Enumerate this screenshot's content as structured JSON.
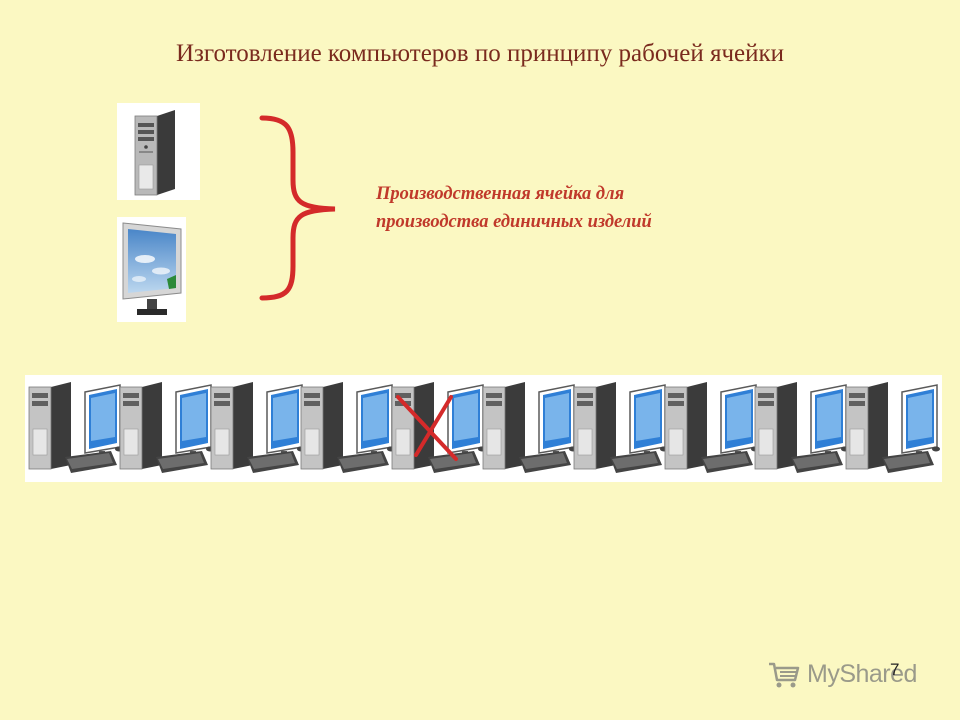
{
  "slide": {
    "title": "Изготовление компьютеров по принципу рабочей ячейки",
    "cell_caption": {
      "line1": "Производственная ячейка для",
      "line2": "производства единичных изделий"
    },
    "page_number": "7"
  },
  "strip": {
    "workstation_count": 10,
    "crossed_out_index": 4
  },
  "watermark": {
    "text": "MyShared",
    "icon": "cart-icon"
  },
  "colors": {
    "background": "#fbf8c2",
    "title": "#7a2a1e",
    "caption": "#c0392b",
    "brace": "#d42a2a",
    "cross": "#d42a2a"
  }
}
